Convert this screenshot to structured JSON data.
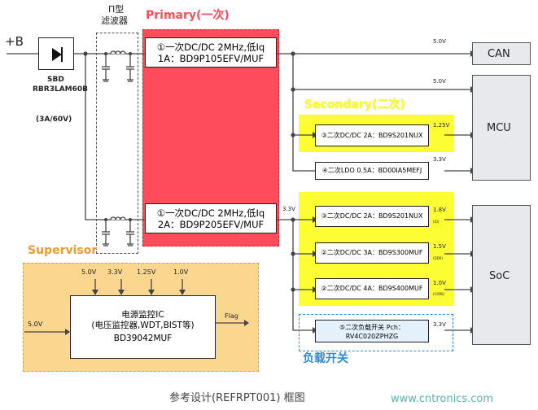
{
  "input": {
    "label": "+B"
  },
  "pi_filter": {
    "title_line1": "Π型",
    "title_line2": "滤波器"
  },
  "sbd": {
    "label": "SBD",
    "part": "RBR3LAM60B",
    "rating": "(3A/60V)"
  },
  "primary": {
    "title": "Primary(一次)",
    "dcdc1": {
      "line1": "①一次DC/DC 2MHz,低Iq",
      "line2": "1A：BD9P105EFV/MUF"
    },
    "dcdc2": {
      "line1": "①一次DC/DC 2MHz,低Iq",
      "line2": "2A：BD9P205EFV/MUF"
    }
  },
  "secondary": {
    "title": "Secondary(二次)"
  },
  "can_block": {
    "label": "CAN",
    "voltage": "5.0V"
  },
  "mcu_block": {
    "label": "MCU",
    "voltage": "5.0V",
    "dcdc": {
      "label": "③二次DC/DC 2A：BD9S201NUX",
      "voltage": "1.25V"
    },
    "ldo": {
      "label": "④二次LDO 0.5A：BD00IA5MEFJ",
      "voltage": "3.3V"
    }
  },
  "soc_block": {
    "label": "SoC",
    "rail_voltage": "3.3V",
    "dcdc_a": {
      "label": "③二次DC/DC 2A：BD9S201NUX",
      "voltage": "1.8V",
      "note": "(IO)"
    },
    "dcdc_b": {
      "label": "②二次DC/DC 3A：BD9S300MUF",
      "voltage": "1.5V",
      "note": "(DDR)"
    },
    "dcdc_c": {
      "label": "②二次DC/DC 4A：BD9S400MUF",
      "voltage": "1.0V",
      "note": "(CORE)"
    },
    "load_switch": {
      "line1": "⑤二次负载开关 Pch：",
      "line2": "RV4C020ZPHZG",
      "voltage": "3.3V"
    }
  },
  "load_switch_title": "负载开关",
  "supervisor": {
    "title": "Supervisor",
    "inputs": [
      "5.0V",
      "3.3V",
      "1.25V",
      "1.0V"
    ],
    "vin": "5.0V",
    "ic_line1": "电源监控IC",
    "ic_line2": "(电压监控器,WDT,BIST等)",
    "ic_part": "BD39042MUF",
    "output": "Flag"
  },
  "caption": "参考设计(REFRPT001) 框图",
  "watermark": "www.cntronics.com",
  "colors": {
    "primary_fill": "#fe4c5b",
    "secondary_fill": "#fdfd33",
    "supervisor_fill": "#fbd68e",
    "accent_orange": "#ed9b2f",
    "accent_blue": "#2d8ad3",
    "block_gray": "#e8e9ec"
  }
}
